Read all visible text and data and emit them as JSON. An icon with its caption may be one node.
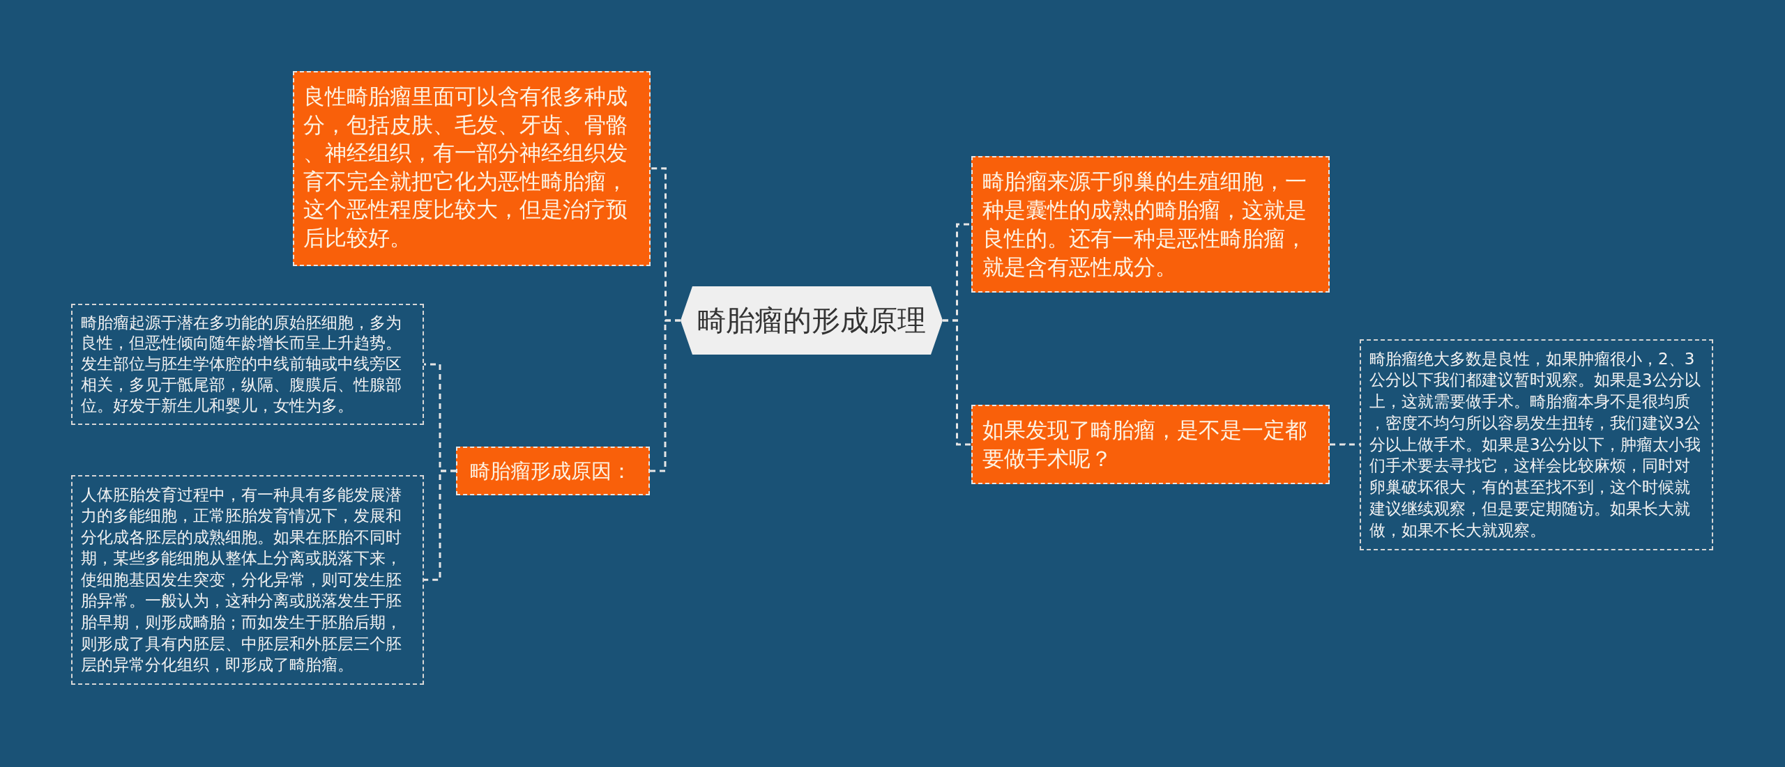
{
  "diagram": {
    "nodes": [
      {
        "text": [
          "畸胎瘤的形成原理"
        ]
      },
      {
        "text": [
          "良性畸胎瘤里面可以含有很多种成分，包括皮肤、毛发、牙齿、骨骼、神经组织，有一部分神经组织发育不完全就把它化为恶性畸胎瘤，这个恶性程度比较大，但是治疗预后比较好。"
        ]
      },
      {
        "text": [
          "畸胎瘤形成原因："
        ]
      },
      {
        "text": [
          "畸胎瘤起源于潜在多功能的原始胚细胞，多为良性，但恶性倾向随年龄增长而呈上升趋势。发生部位与胚生学体腔的中线前轴或中线旁区相关，多见于骶尾部，纵隔、腹膜后、性腺部位。好发于新生儿和婴儿，女性为多。"
        ]
      },
      {
        "text": [
          "人体胚胎发育过程中，有一种具有多能发展潜力的多能细胞，正常胚胎发育情况下，发展和分化成各胚层的成熟细胞。如果在胚胎不同时期，某些多能细胞从整体上分离或脱落下来，使细胞基因发生突变，分化异常，则可发生胚胎异常。一般认为，这种分离或脱落发生于胚胎早期，则形成畸胎；而如发生于胚胎后期，则形成了具有内胚层、中胚层和外胚层三个胚层的异常分化组织，即形成了畸胎瘤。"
        ]
      },
      {
        "text": [
          "畸胎瘤来源于卵巢的生殖细胞，一种是囊性的成熟的畸胎瘤，这就是良性的。还有一种是恶性畸胎瘤，就是含有恶性成分。"
        ]
      },
      {
        "text": [
          "如果发现了畸胎瘤，是不是一定都要做手术呢？"
        ]
      },
      {
        "text": [
          "畸胎瘤绝大多数是良性，如果肿瘤很小，2、3公分以下我们都建议暂时观察。如果是3公分以上，这就需要做手术。畸胎瘤本身不是很均质，密度不均匀所以容易发生扭转，我们建议3公分以上做手术。如果是3公分以下，肿瘤太小我们手术要去寻找它，这样会比较麻烦，同时对卵巢破坏很大，有的甚至找不到，这个时候就建议继续观察，但是要定期随访。如果长大就做，如果不长大就观察。"
        ]
      }
    ],
    "edges": [
      {
        "from": 0,
        "to": 1,
        "arrow": "none"
      },
      {
        "from": 0,
        "to": 2,
        "arrow": "none"
      },
      {
        "from": 2,
        "to": 3,
        "arrow": "none"
      },
      {
        "from": 2,
        "to": 4,
        "arrow": "none"
      },
      {
        "from": 0,
        "to": 5,
        "arrow": "none"
      },
      {
        "from": 0,
        "to": 6,
        "arrow": "none"
      },
      {
        "from": 6,
        "to": 7,
        "arrow": "none"
      }
    ]
  }
}
